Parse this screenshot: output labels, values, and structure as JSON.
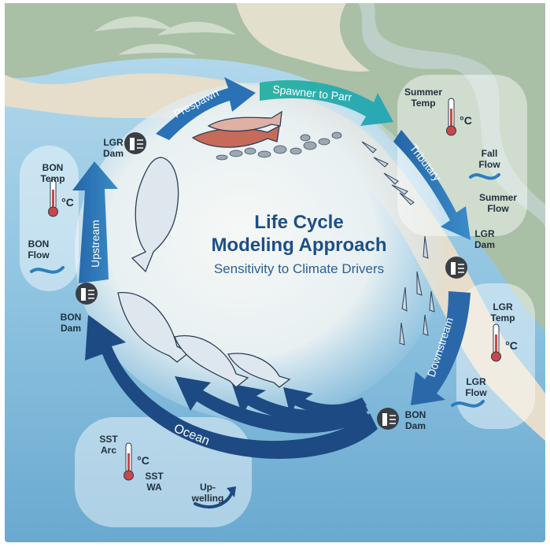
{
  "title": {
    "line1": "Life Cycle",
    "line2": "Modeling Approach"
  },
  "subtitle": "Sensitivity to Climate Drivers",
  "stages": {
    "prespawn": "Prespawn",
    "spawner_to_parr": "Spawner to Parr",
    "tributary": "Tributary",
    "downstream": "Downstream",
    "ocean": "Ocean",
    "upstream": "Upstream"
  },
  "dams": {
    "lgr_top": {
      "line1": "LGR",
      "line2": "Dam"
    },
    "lgr_right": {
      "line1": "LGR",
      "line2": "Dam"
    },
    "bon_left": {
      "line1": "BON",
      "line2": "Dam"
    },
    "bon_bottom": {
      "line1": "BON",
      "line2": "Dam"
    }
  },
  "drivers": {
    "summer_temp": {
      "line1": "Summer",
      "line2": "Temp"
    },
    "fall_flow": {
      "line1": "Fall",
      "line2": "Flow"
    },
    "summer_flow": {
      "line1": "Summer",
      "line2": "Flow"
    },
    "lgr_temp": {
      "line1": "LGR",
      "line2": "Temp"
    },
    "lgr_flow": {
      "line1": "LGR",
      "line2": "Flow"
    },
    "bon_temp": {
      "line1": "BON",
      "line2": "Temp"
    },
    "bon_flow": {
      "line1": "BON",
      "line2": "Flow"
    },
    "sst_arc": {
      "line1": "SST",
      "line2": "Arc"
    },
    "sst_wa": {
      "line1": "SST",
      "line2": "WA"
    },
    "upwelling": {
      "line1": "Up-",
      "line2": "welling"
    }
  },
  "thermo_unit": "°C",
  "icons": [
    "dam-icon",
    "thermometer-icon",
    "flow-wave-icon",
    "upwelling-icon",
    "salmon-icon",
    "fry-icon"
  ],
  "colors": {
    "ocean": "#8ec3e0",
    "land_green": "#a9bfa6",
    "sand": "#e6ddcb",
    "arrow_dark": "#1d4a82",
    "arrow_mid": "#2a72b5",
    "arrow_teal": "#2fb3a4",
    "title": "#1d4f86"
  }
}
